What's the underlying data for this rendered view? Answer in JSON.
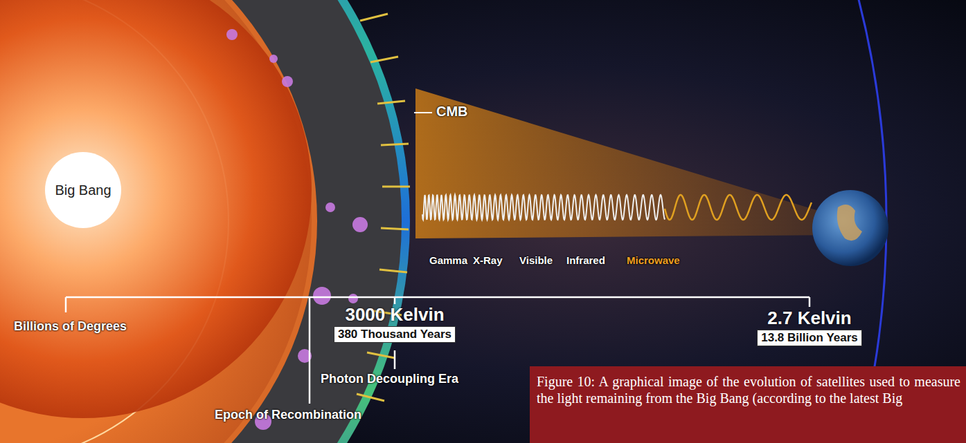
{
  "diagram": {
    "caption": "Figure 10: A graphical image of the evolution of satellites used to measure the light remaining from the Big Bang (according to the latest Big",
    "nodes": [
      {
        "text": [
          "Big Bang"
        ]
      },
      {
        "text": [
          "3000 Kelvin",
          "380 Thousand Years"
        ]
      },
      {
        "text": [
          "2.7 Kelvin",
          "13.8 Billion Years"
        ]
      }
    ],
    "labels": [
      "CMB",
      "Gamma",
      "X-Ray",
      "Visible",
      "Infrared",
      "Microwave",
      "Billions of Degrees",
      "Photon Decoupling Era",
      "Epoch of Recombination"
    ]
  }
}
